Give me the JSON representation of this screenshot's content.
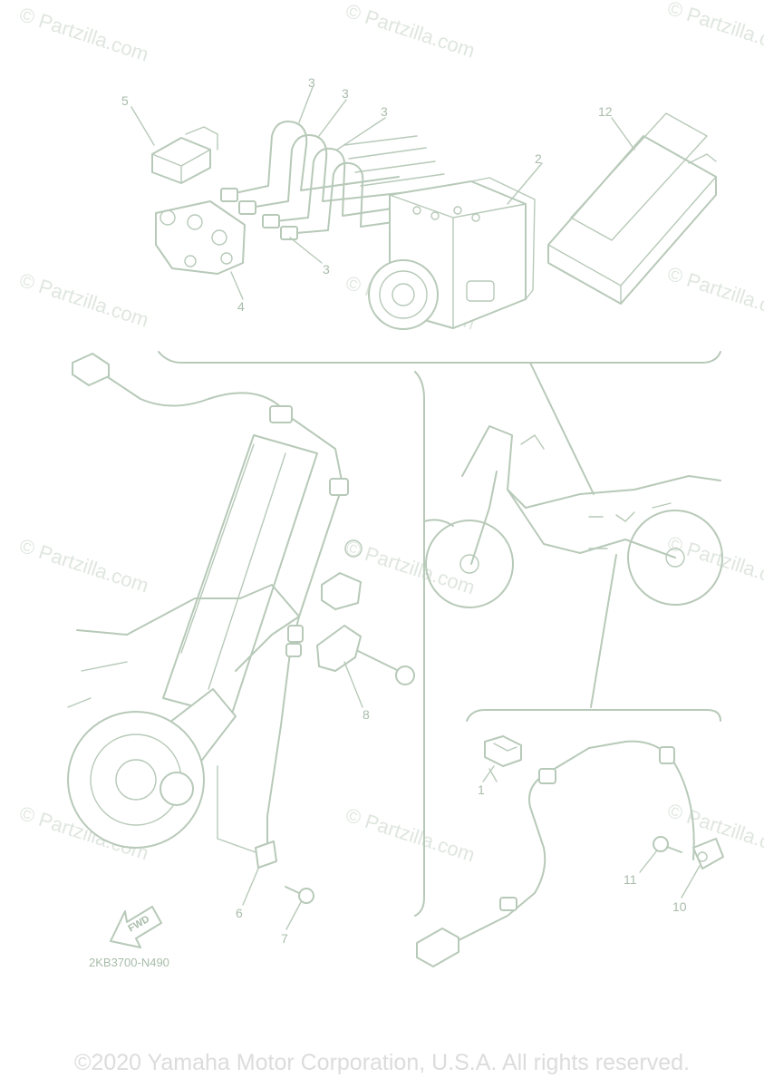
{
  "watermark": "© Partzilla.com",
  "diagram_code": "2KB3700-N490",
  "fwd_label": "FWD",
  "copyright": "©2020 Yamaha Motor Corporation, U.S.A. All rights reserved.",
  "callouts": [
    "1",
    "2",
    "3",
    "3",
    "3",
    "3",
    "4",
    "5",
    "6",
    "7",
    "8",
    "10",
    "11",
    "12"
  ]
}
